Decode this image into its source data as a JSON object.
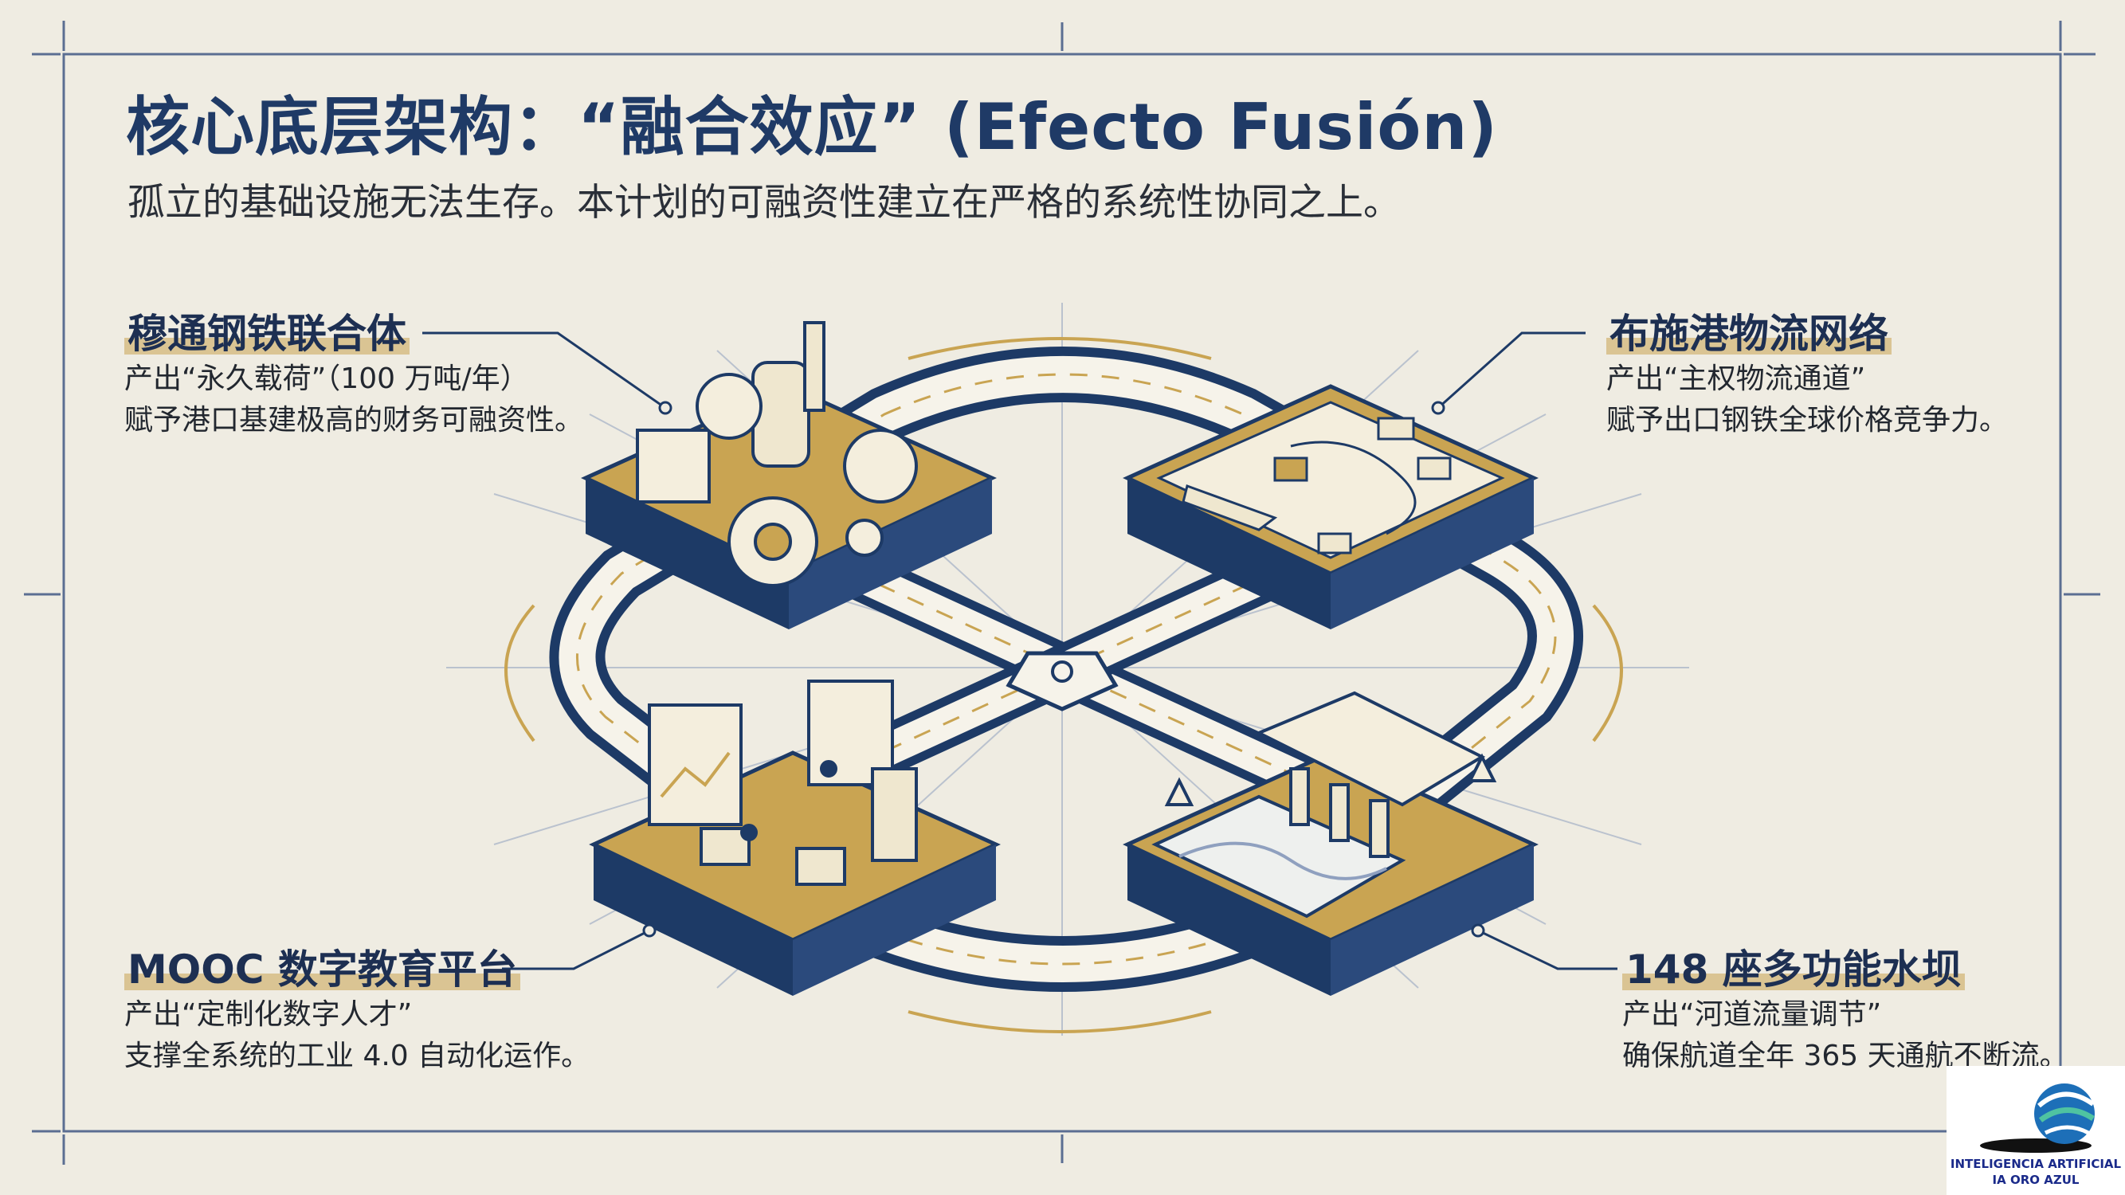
{
  "header": {
    "title": "核心底层架构：“融合效应” (Efecto Fusión)",
    "subtitle": "孤立的基础设施无法生存。本计划的可融资性建立在严格的系统性协同之上。"
  },
  "nodes": {
    "steel": {
      "title": "穆通钢铁联合体",
      "line1": "产出“永久载荷”（100 万吨/年）",
      "line2": "赋予港口基建极高的财务可融资性。"
    },
    "port": {
      "title": "布施港物流网络",
      "line1": "产出“主权物流通道”",
      "line2": "赋予出口钢铁全球价格竞争力。"
    },
    "mooc": {
      "title": "MOOC 数字教育平台",
      "line1": "产出“定制化数字人才”",
      "line2": "支撑全系统的工业 4.0 自动化运作。"
    },
    "dams": {
      "title": "148 座多功能水坝",
      "line1": "产出“河道流量调节”",
      "line2": "确保航道全年 365 天通航不断流。"
    }
  },
  "logo": {
    "line1": "INTELIGENCIA ARTIFICIAL",
    "line2": "IA ORO AZUL"
  },
  "colors": {
    "background": "#efece2",
    "navy": "#1d3a66",
    "gold": "#c9a452",
    "grid": "#8fa0bf"
  },
  "icons": [
    "steel-plant-icon",
    "port-logistics-icon",
    "digital-education-icon",
    "dam-icon",
    "data-hub-icon"
  ]
}
